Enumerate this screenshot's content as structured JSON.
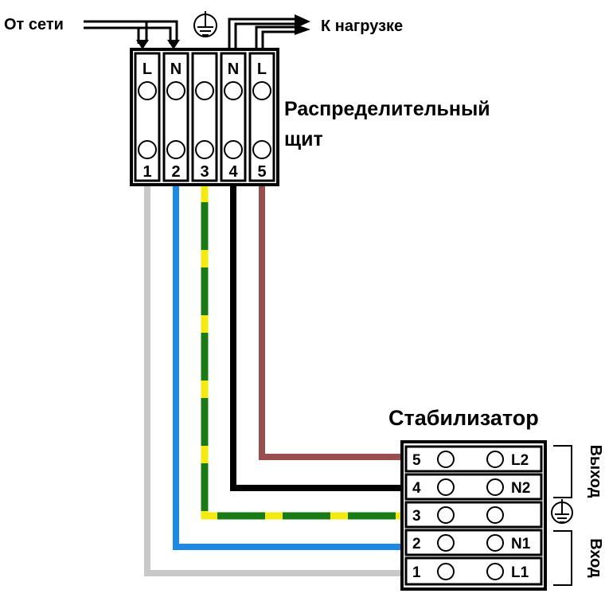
{
  "labels": {
    "from_grid": "От сети",
    "to_load": "К нагрузке",
    "panel_line1": "Распределительный",
    "panel_line2": "щит",
    "stabilizer": "Стабилизатор",
    "output": "Выход",
    "input": "Вход"
  },
  "panel": {
    "terminals": [
      {
        "top": "L",
        "num": "1"
      },
      {
        "top": "N",
        "num": "2"
      },
      {
        "top": "",
        "num": "3"
      },
      {
        "top": "N",
        "num": "4"
      },
      {
        "top": "L",
        "num": "5"
      }
    ]
  },
  "stabilizer": {
    "rows": [
      {
        "num": "5",
        "label": "L2"
      },
      {
        "num": "4",
        "label": "N2"
      },
      {
        "num": "3",
        "label": ""
      },
      {
        "num": "2",
        "label": "N1"
      },
      {
        "num": "1",
        "label": "L1"
      }
    ]
  },
  "colors": {
    "wire1": "#c8c8c8",
    "wire2": "#1e88e5",
    "wire3_green": "#1a7a16",
    "wire3_yellow": "#f2ea12",
    "wire4": "#000000",
    "wire5": "#9a4e4e"
  },
  "icons": {
    "ground": "ground-icon"
  }
}
